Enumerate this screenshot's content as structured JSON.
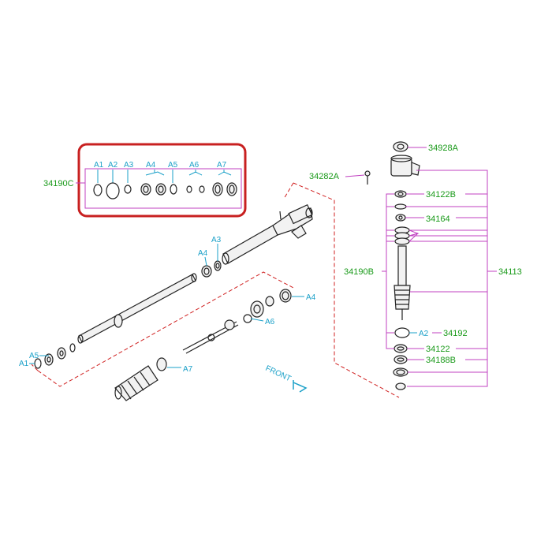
{
  "labels": {
    "p34190C": "34190C",
    "p34928A": "34928A",
    "p34282A": "34282A",
    "p34122B": "34122B",
    "p34164": "34164",
    "p34190B": "34190B",
    "p34113": "34113",
    "p34192": "34192",
    "p34122": "34122",
    "p34188B": "34188B",
    "a1": "A1",
    "a2": "A2",
    "a3": "A3",
    "a4": "A4",
    "a5": "A5",
    "a6": "A6",
    "a7": "A7",
    "front": "FRONT"
  },
  "colors": {
    "green_label": "#1a9a1a",
    "cyan_label": "#1aa0c8",
    "leader_magenta": "#c040c0",
    "dashed_red": "#d02020",
    "highlight_box": "#c82020"
  }
}
